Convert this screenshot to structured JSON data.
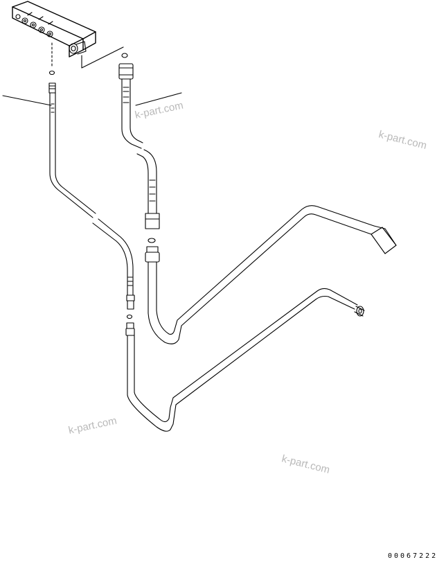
{
  "watermarks": {
    "wm1": "k-part.com",
    "wm2": "k-part.com",
    "wm3": "k-part.com",
    "wm4": "k-part.com"
  },
  "drawing_number": "00067222"
}
